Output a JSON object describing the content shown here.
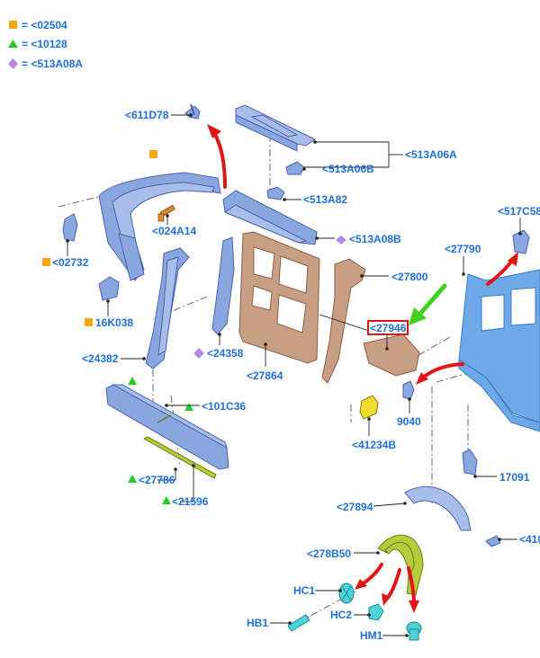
{
  "legend": [
    {
      "shape": "square",
      "color": "#f5a70b",
      "text": "= <02504"
    },
    {
      "shape": "triangle",
      "color": "#22cc22",
      "text": "= <10128"
    },
    {
      "shape": "diamond",
      "color": "#b58ae6",
      "text": "= <513A08A"
    }
  ],
  "labels": {
    "l611D78": "<611D78",
    "l513A06A": "<513A06A",
    "l513A06B": "<513A06B",
    "l513A82": "<513A82",
    "l024A14": "<024A14",
    "l513A08B": "<513A08B",
    "l02732": "<02732",
    "l517C58": "<517C58",
    "l27790": "<27790",
    "l27800": "<27800",
    "l16K038": "16K038",
    "l27946": "<27946",
    "l24382": "<24382",
    "l24358": "<24358",
    "l27864": "<27864",
    "l9040": "9040",
    "l101C36": "<101C36",
    "l41234B": "<41234B",
    "l17091": "17091",
    "l27786": "<27786",
    "l21596": "<21596",
    "l27894": "<27894",
    "l278B50": "<278B50",
    "l410": "<410",
    "lHC1": "HC1",
    "lHC2": "HC2",
    "lHB1": "HB1",
    "lHM1": "HM1"
  },
  "colors": {
    "square_marker": "#f5a70b",
    "triangle_marker": "#22cc22",
    "diamond_marker": "#b58ae6",
    "label_text": "#1e6fd9",
    "highlight_box": "#e01616",
    "red_arrow": "#e01616",
    "green_arrow": "#3fd11f"
  }
}
